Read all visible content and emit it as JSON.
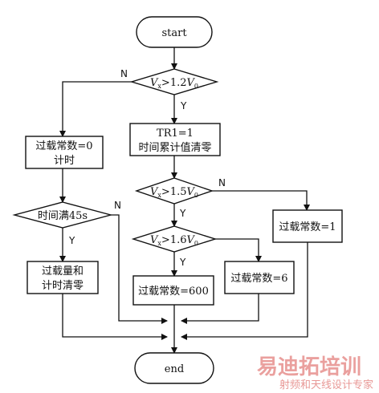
{
  "nodes": {
    "start": "start",
    "end": "end",
    "dec1_main": "V",
    "dec1_sub": "x",
    "dec1_op": ">1.2",
    "dec1_v": "V",
    "dec1_vsub": "0",
    "dec2_main": "V",
    "dec2_sub": "x",
    "dec2_op": ">1.5",
    "dec2_v": "V",
    "dec2_vsub": "0",
    "dec3_main": "V",
    "dec3_sub": "x",
    "dec3_op": ">1.6",
    "dec3_v": "V",
    "dec3_vsub": "0",
    "dec_time": "时间满45s",
    "box_overload_zero_l1": "过载常数=0",
    "box_overload_zero_l2": "计时",
    "box_tr_l1": "TR1=1",
    "box_tr_l2": "时间累计值清零",
    "box_clear_l1": "过载量和",
    "box_clear_l2": "计时清零",
    "box_const_600": "过载常数=600",
    "box_const_6": "过载常数=6",
    "box_const_1": "过载常数=1"
  },
  "branch_labels": {
    "n1": "N",
    "y1": "Y",
    "n2": "N",
    "y2": "Y",
    "y3": "Y",
    "n_time": "N",
    "y_time": "Y"
  },
  "watermark": {
    "main": "易迪拓培训",
    "sub": "射频和天线设计专家"
  }
}
